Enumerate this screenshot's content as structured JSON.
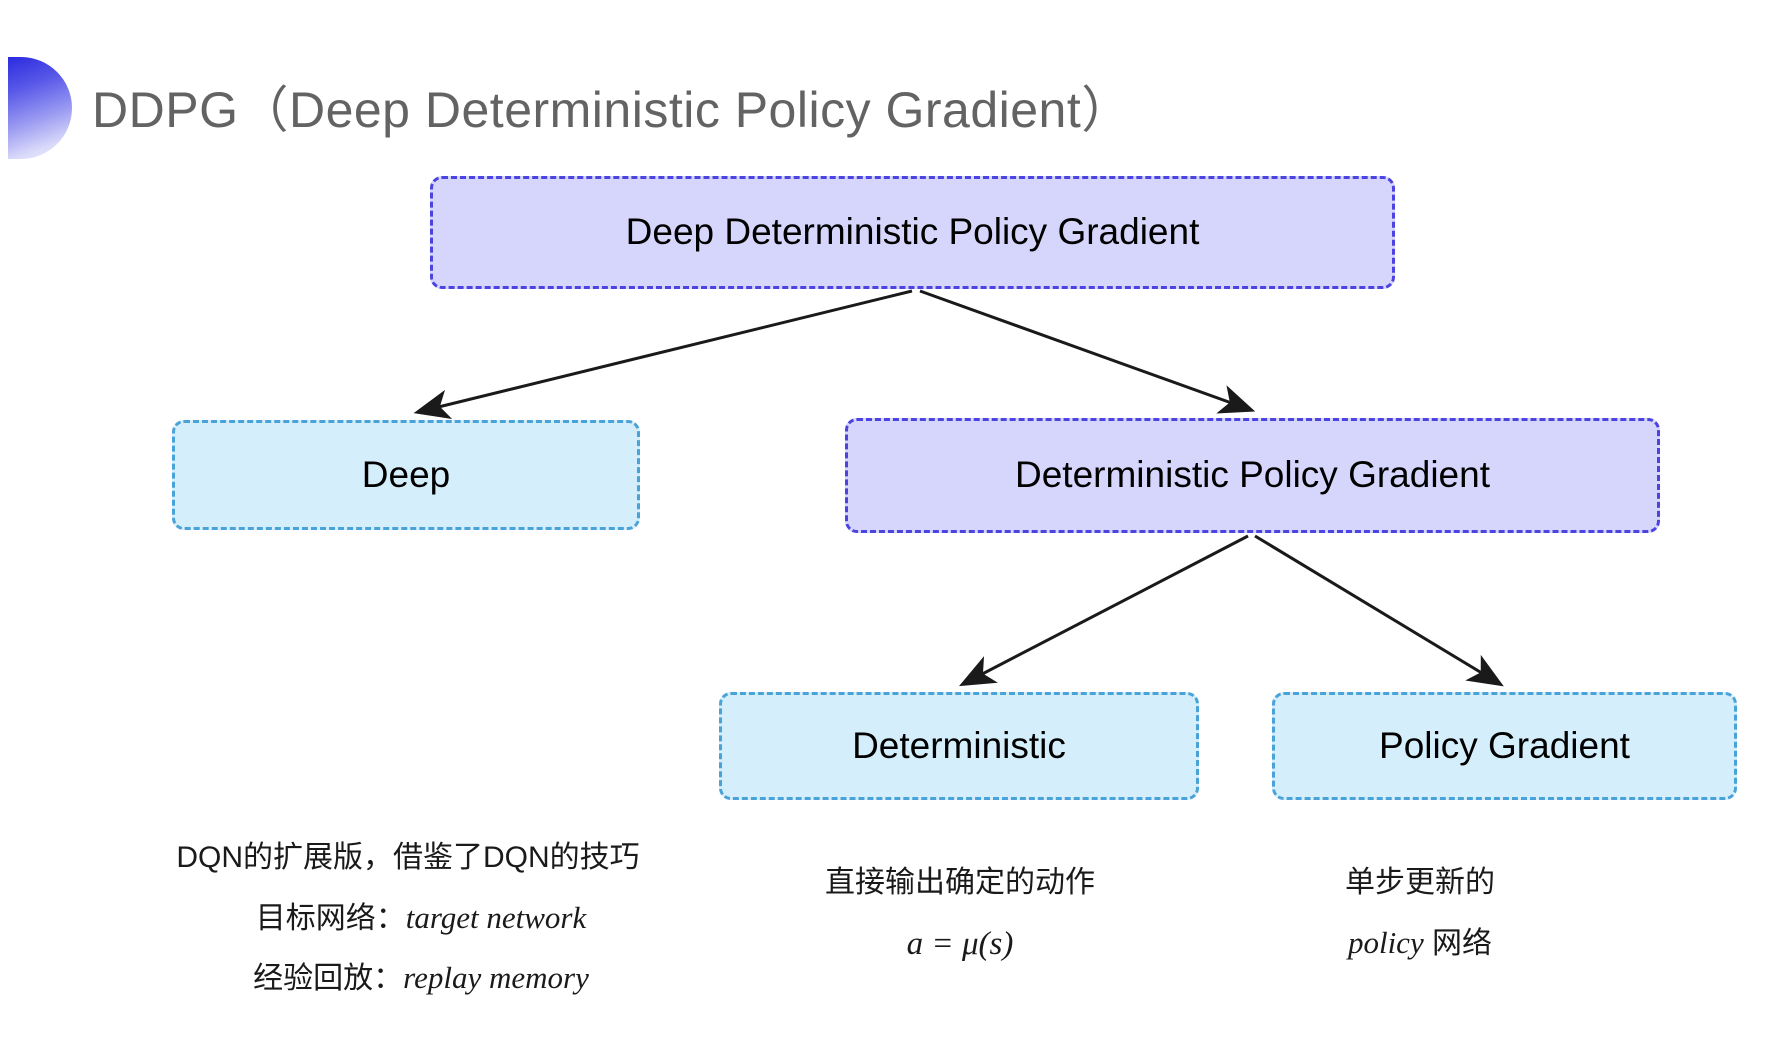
{
  "slide": {
    "title": "DDPG（Deep Deterministic Policy Gradient）",
    "background_color": "#ffffff",
    "title_color": "#636363",
    "bullet_icon": "half-circle-gradient-icon",
    "bullet_gradient_from": "#2b2bdf",
    "bullet_gradient_to": "#f4f4fe"
  },
  "diagram": {
    "colors": {
      "purple_fill": "#d6d5fb",
      "purple_border": "#4b44e0",
      "blue_fill": "#d4eefb",
      "blue_border": "#4aa3d8",
      "arrow": "#1a1a1a"
    },
    "nodes": {
      "root": "Deep Deterministic Policy Gradient",
      "deep": "Deep",
      "dpg": "Deterministic Policy Gradient",
      "deterministic": "Deterministic",
      "policy_gradient": "Policy Gradient"
    }
  },
  "notes": {
    "deep": {
      "line1": "DQN的扩展版，借鉴了DQN的技巧",
      "line2_label": "目标网络：",
      "line2_term": "target network",
      "line3_label": "经验回放：",
      "line3_term": "replay memory"
    },
    "deterministic": {
      "line1": "直接输出确定的动作",
      "formula": "a = μ(s)"
    },
    "policy_gradient": {
      "line1": "单步更新的",
      "line2_term": "policy",
      "line2_suffix": " 网络"
    }
  }
}
